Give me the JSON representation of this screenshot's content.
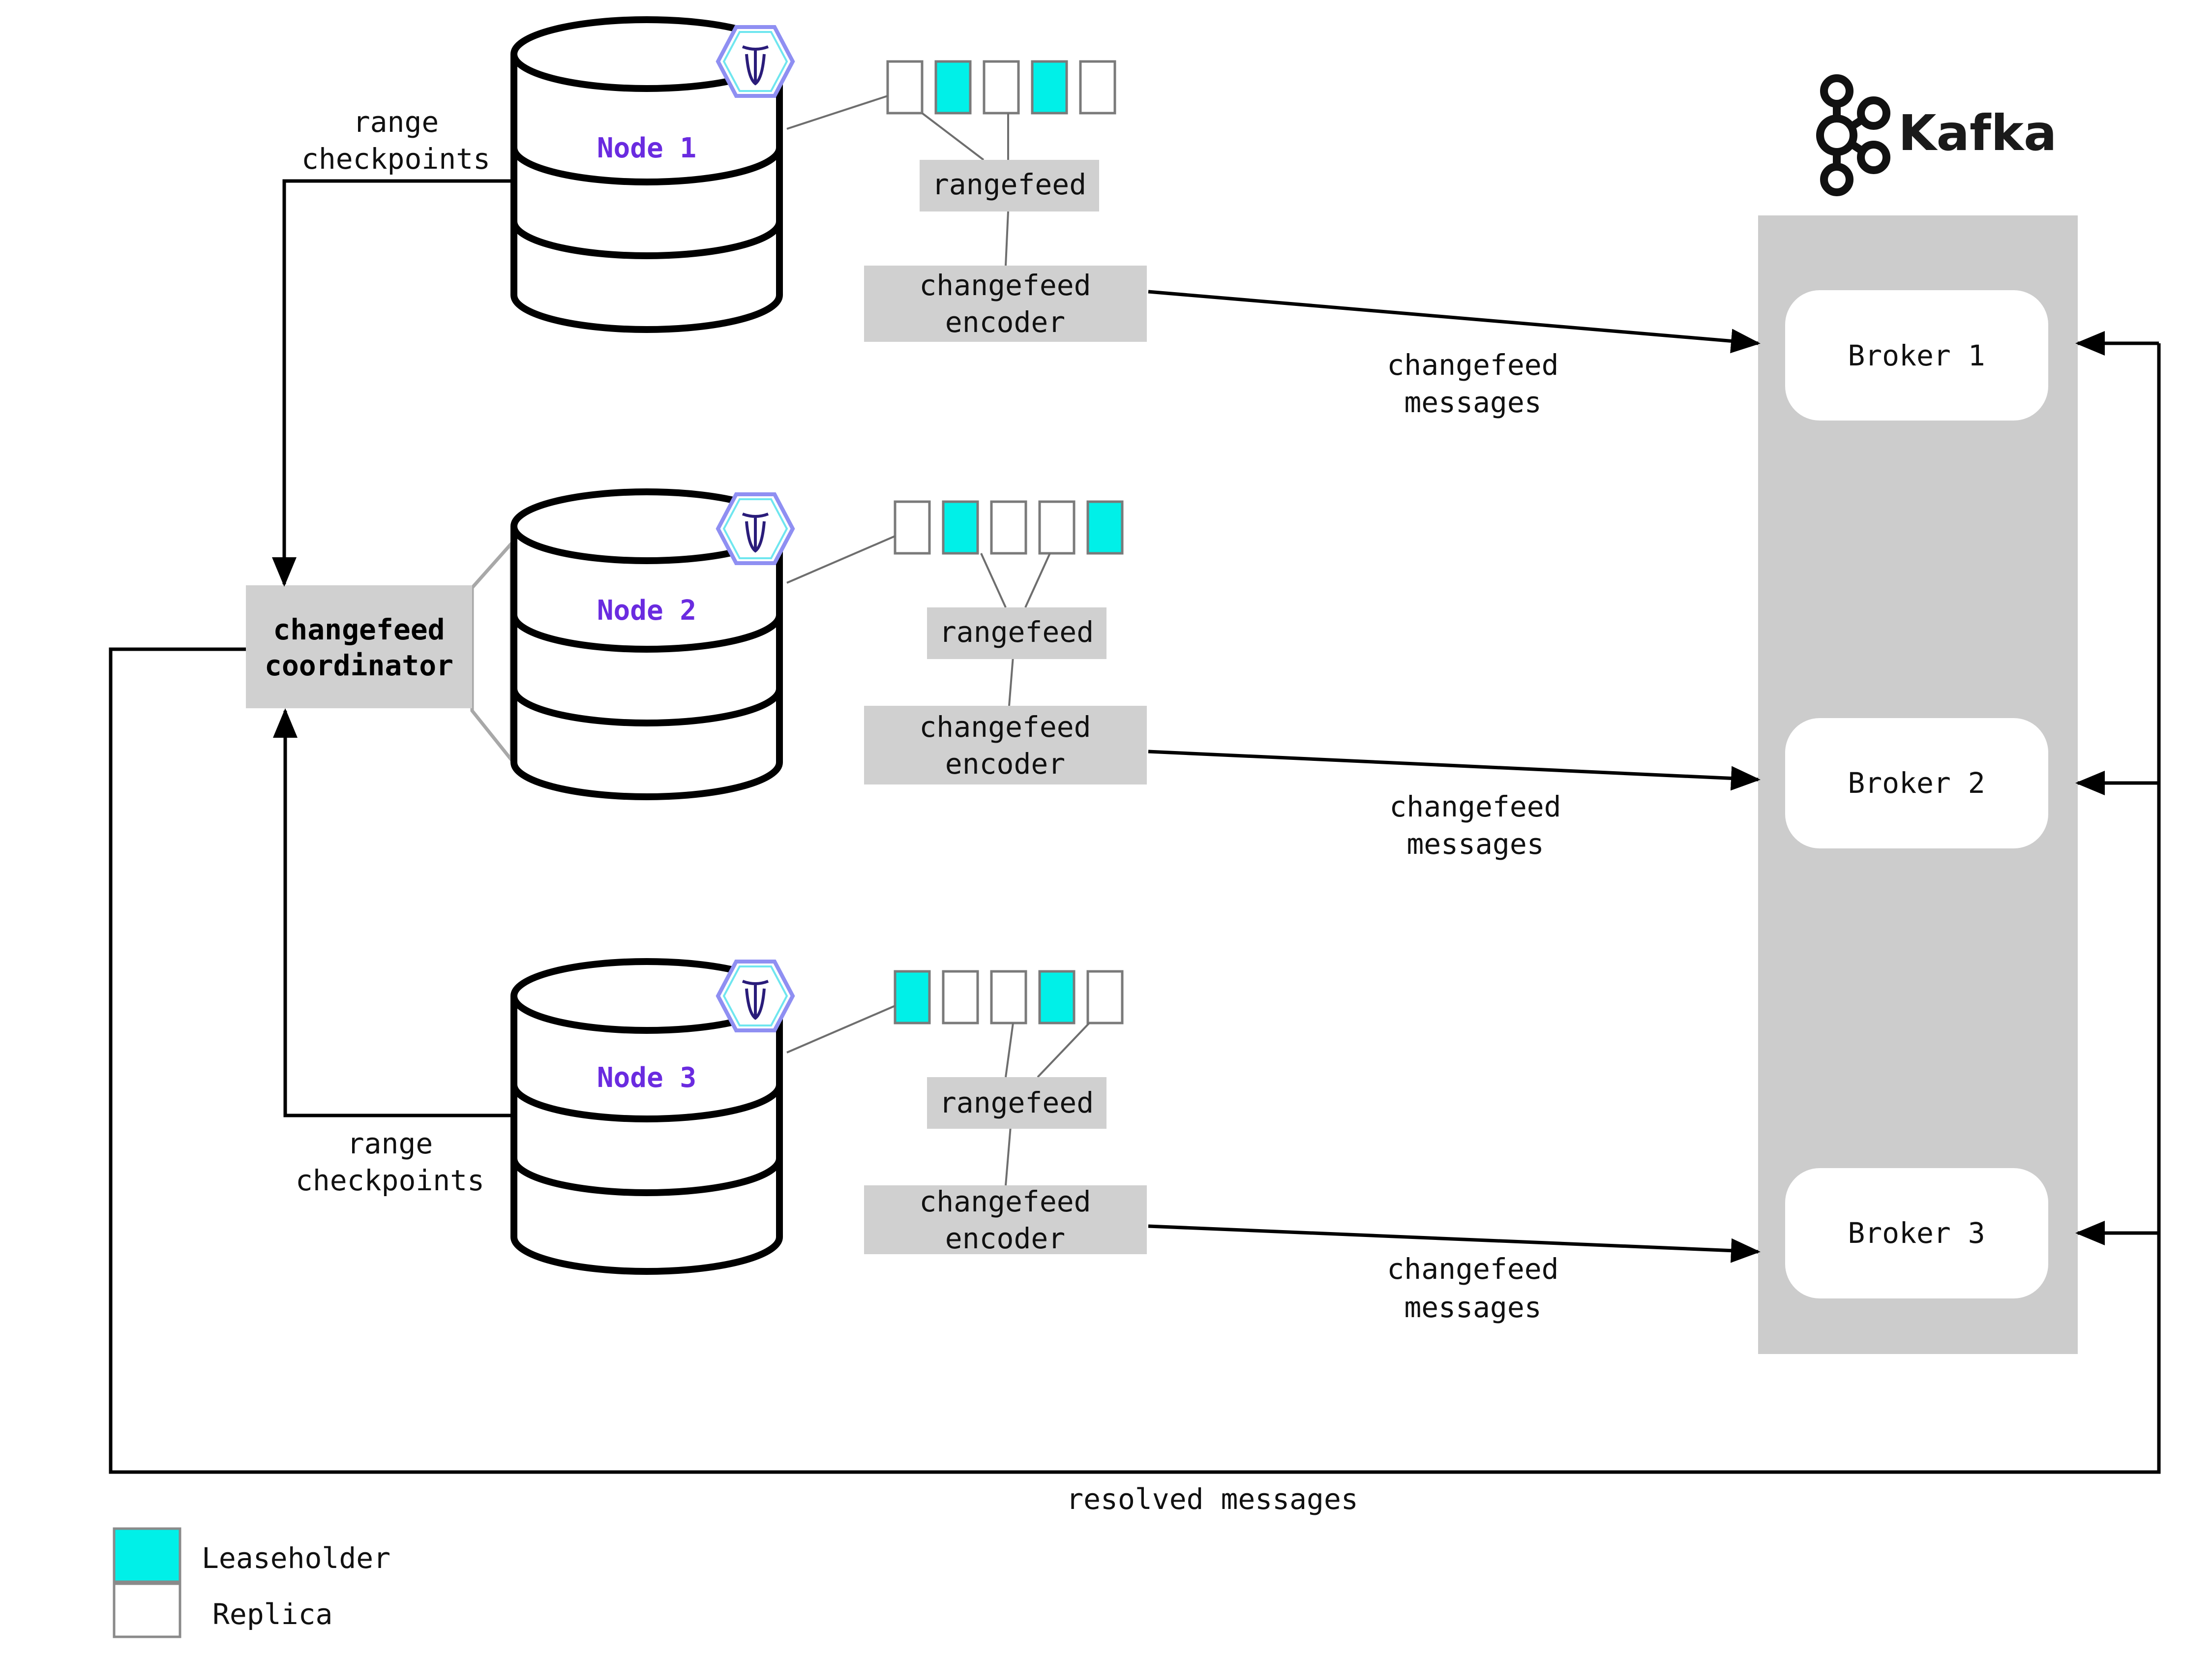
{
  "nodes": [
    {
      "label": "Node 1",
      "replicas": [
        "replica",
        "leaseholder",
        "replica",
        "leaseholder",
        "replica"
      ]
    },
    {
      "label": "Node 2",
      "replicas": [
        "replica",
        "leaseholder",
        "replica",
        "replica",
        "leaseholder"
      ]
    },
    {
      "label": "Node 3",
      "replicas": [
        "leaseholder",
        "replica",
        "replica",
        "leaseholder",
        "replica"
      ]
    }
  ],
  "rangefeed_label": "rangefeed",
  "encoder_label": {
    "line1": "changefeed",
    "line2": "encoder"
  },
  "coordinator_label": {
    "line1": "changefeed",
    "line2": "coordinator"
  },
  "range_checkpoints_label": {
    "line1": "range",
    "line2": "checkpoints"
  },
  "messages_label": {
    "line1": "changefeed",
    "line2": "messages"
  },
  "resolved_label": "resolved messages",
  "kafka_label": "Kafka",
  "brokers": [
    "Broker 1",
    "Broker 2",
    "Broker 3"
  ],
  "legend": [
    {
      "label": "Leaseholder",
      "color": "#00f0e8"
    },
    {
      "label": "Replica",
      "color": "#ffffff"
    }
  ],
  "colors": {
    "leaseholder": "#00f0e8",
    "replica": "#ffffff",
    "box_gray": "#d0d0d0",
    "kafka_panel": "#cccccc",
    "node_text": "#6a2be0"
  }
}
